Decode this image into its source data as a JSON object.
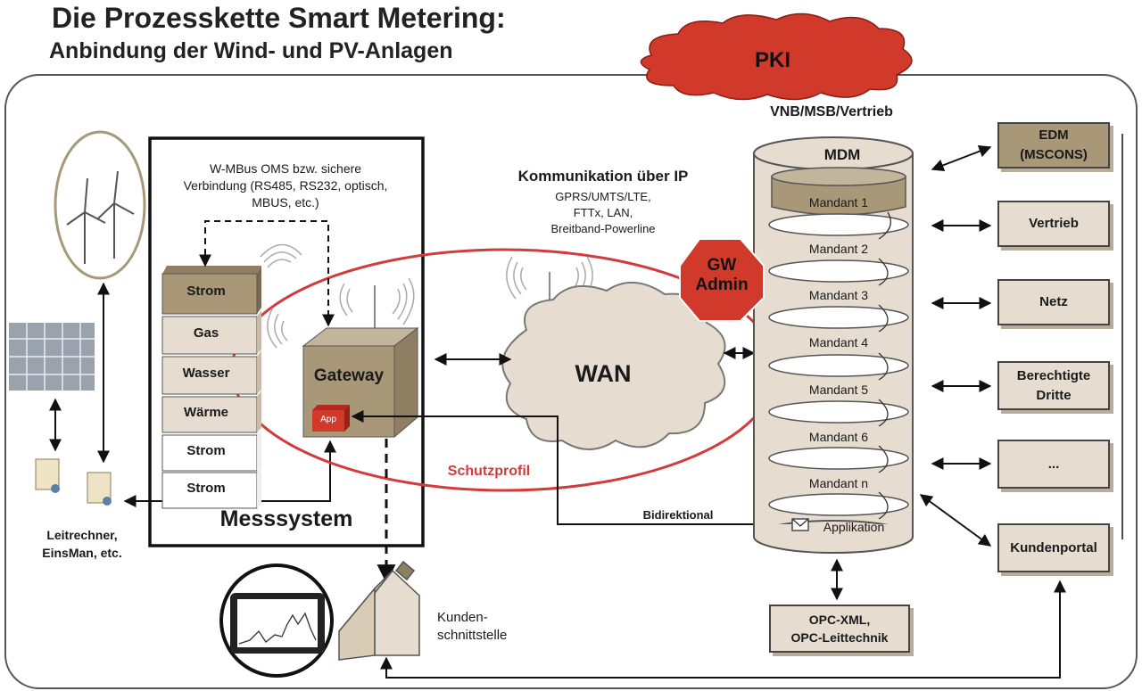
{
  "title": "Die Prozesskette Smart Metering:",
  "subtitle": "Anbindung der Wind- und PV-Anlagen",
  "pki": {
    "label": "PKI",
    "caption": "VNB/MSB/Vertrieb"
  },
  "communication": {
    "heading": "Kommunikation über IP",
    "lines": [
      "GPRS/UMTS/LTE,",
      "FTTx, LAN,",
      "Breitband-Powerline"
    ]
  },
  "wmbus_note": [
    "W-MBus OMS bzw. sichere",
    "Verbindung (RS485, RS232, optisch,",
    "MBUS, etc.)"
  ],
  "messsystem": {
    "label": "Messsystem",
    "meters": [
      "Strom",
      "Gas",
      "Wasser",
      "Wärme",
      "Strom",
      "Strom"
    ],
    "gateway": "Gateway",
    "app": "App"
  },
  "wan": "WAN",
  "schutzprofil": "Schutzprofil",
  "gw_admin": [
    "GW",
    "Admin"
  ],
  "mdm": {
    "label": "MDM",
    "mandanten": [
      "Mandant 1",
      "Mandant 2",
      "Mandant 3",
      "Mandant 4",
      "Mandant 5",
      "Mandant 6",
      "Mandant n"
    ],
    "applikation": "Applikation"
  },
  "bidirektional": "Bidirektional",
  "right_boxes": [
    [
      "EDM",
      "(MSCONS)"
    ],
    [
      "Vertrieb"
    ],
    [
      "Netz"
    ],
    [
      "Berechtigte",
      "Dritte"
    ],
    [
      "..."
    ],
    [
      "Kundenportal"
    ]
  ],
  "opc": [
    "OPC-XML,",
    "OPC-Leittechnik"
  ],
  "leitrechner": [
    "Leitrechner,",
    "EinsMan, etc."
  ],
  "kunden": [
    "Kunden-",
    "schnittstelle"
  ],
  "colors": {
    "red": "#d1392b",
    "ring": "#d23b3b",
    "tan": "#e6ddd0",
    "dark_tan": "#a89878",
    "frame": "#555555"
  }
}
